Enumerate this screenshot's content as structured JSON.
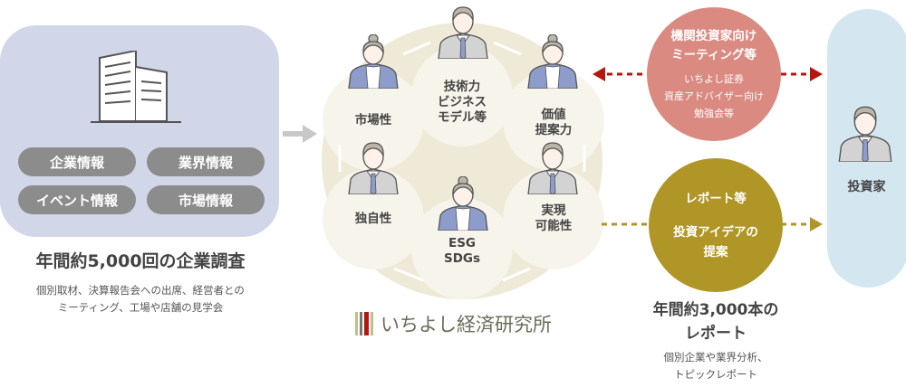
{
  "left": {
    "pills": [
      "企業情報",
      "業界情報",
      "イベント情報",
      "市場情報"
    ],
    "title": "年間約5,000回の企業調査",
    "subtitle": [
      "個別取材、決算報告会への出席、経営者との",
      "ミーティング、工場や店舗の見学会"
    ]
  },
  "circle": {
    "items": [
      {
        "lines": [
          "技術力",
          "ビジネス",
          "モデル等"
        ]
      },
      {
        "lines": [
          "市場性"
        ]
      },
      {
        "lines": [
          "価値",
          "提案力"
        ]
      },
      {
        "lines": [
          "独自性"
        ]
      },
      {
        "lines": [
          "実現",
          "可能性"
        ]
      },
      {
        "lines": [
          "ESG",
          "SDGs"
        ]
      }
    ],
    "logo": "いちよし経済研究所"
  },
  "meeting": {
    "title": [
      "機関投資家向け",
      "ミーティング等"
    ],
    "sub": [
      "いちよし証券",
      "資産アドバイザー向け",
      "勉強会等"
    ]
  },
  "report": {
    "title": "レポート等",
    "sub": [
      "投資アイデアの",
      "提案"
    ]
  },
  "right": {
    "title": [
      "年間約3,000本の",
      "レポート"
    ],
    "subtitle": [
      "個別企業や業界分析、",
      "トピックレポート"
    ]
  },
  "investor": {
    "label": "投資家"
  },
  "colors": {
    "red": "#b5170f",
    "gold": "#b09527",
    "pink": "#db8a82",
    "suit_blue": "#8d9ccb",
    "suit_gray": "#d0d0d0"
  }
}
